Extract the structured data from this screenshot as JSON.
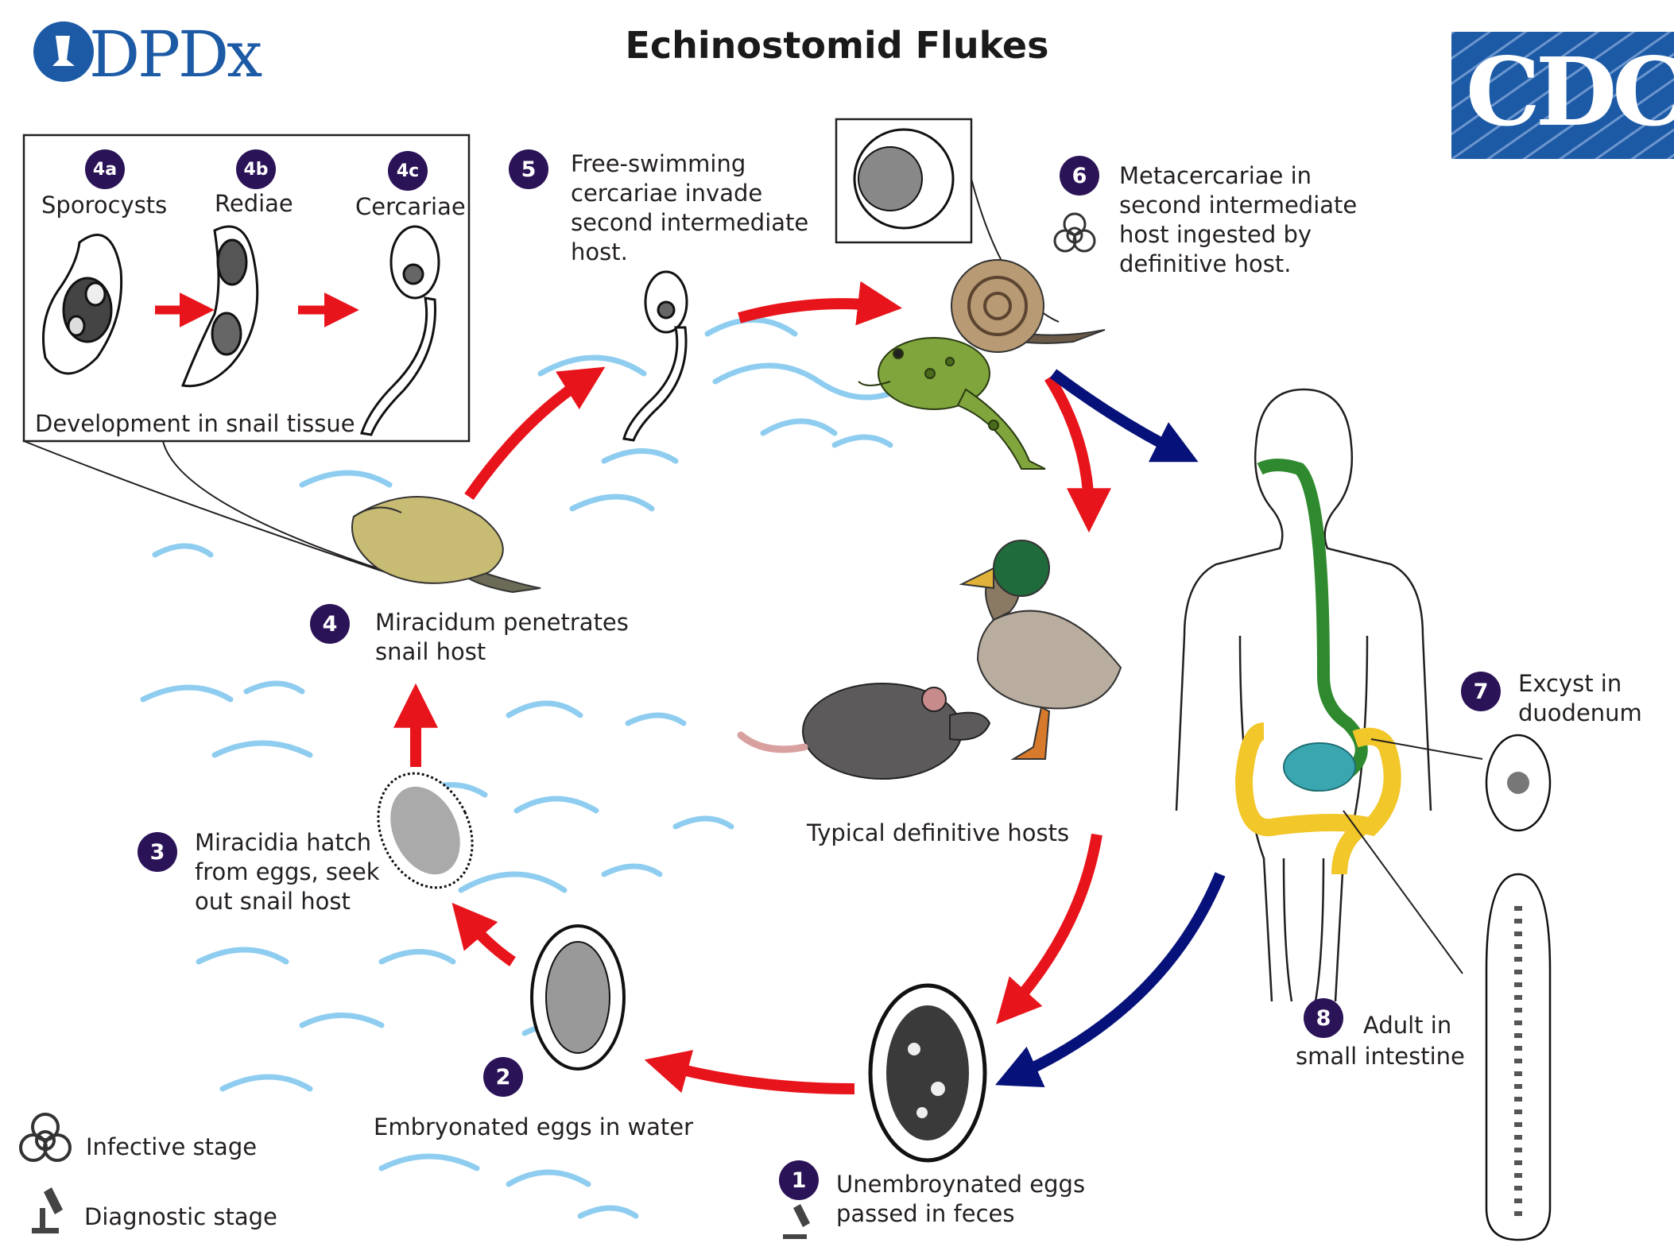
{
  "title": "Echinostomid Flukes",
  "logo_left": "DPDx",
  "logo_right": "CDC",
  "inset": {
    "sporocysts": {
      "badge": "4a",
      "label": "Sporocysts"
    },
    "rediae": {
      "badge": "4b",
      "label": "Rediae"
    },
    "cercariae": {
      "badge": "4c",
      "label": "Cercariae"
    },
    "caption": "Development in snail tissue"
  },
  "stages": [
    {
      "badge": "1",
      "lines": [
        "Unembroynated eggs",
        "passed in feces"
      ]
    },
    {
      "badge": "2",
      "lines": [
        "Embryonated eggs in water"
      ]
    },
    {
      "badge": "3",
      "lines": [
        "Miracidia hatch",
        "from eggs, seek",
        "out snail host"
      ]
    },
    {
      "badge": "4",
      "lines": [
        "Miracidum penetrates",
        "snail host"
      ]
    },
    {
      "badge": "5",
      "lines": [
        "Free-swimming",
        "cercariae invade",
        "second intermediate",
        "host."
      ]
    },
    {
      "badge": "6",
      "lines": [
        "Metacercariae in",
        "second intermediate",
        "host ingested by",
        "definitive host."
      ]
    },
    {
      "badge": "7",
      "lines": [
        "Excyst in",
        "duodenum"
      ]
    },
    {
      "badge": "8",
      "lines": [
        "Adult in",
        "small intestine"
      ]
    }
  ],
  "hosts_label": "Typical definitive hosts",
  "legend": {
    "infective": "Infective stage",
    "diagnostic": "Diagnostic stage"
  },
  "colors": {
    "red_arrow": "#e8141b",
    "blue_arrow": "#06127a",
    "badge": "#2b1357",
    "water": "#8fcdf0",
    "brand": "#1c5aa6"
  }
}
